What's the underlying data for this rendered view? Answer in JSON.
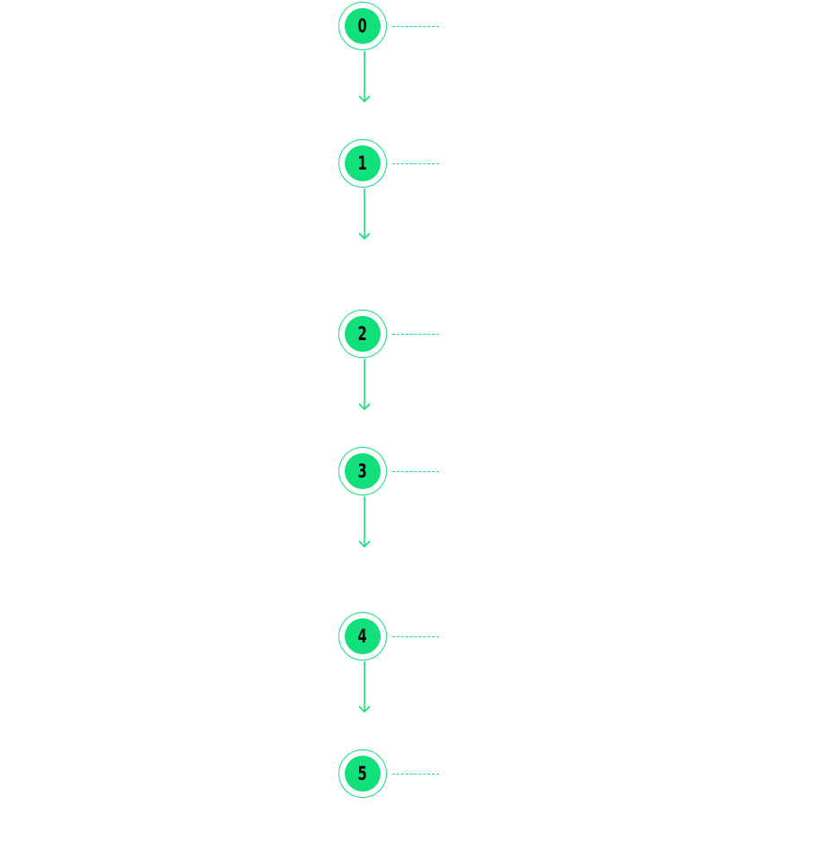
{
  "colors": {
    "accent": "#12e07c",
    "text": "#0a0a0a",
    "background": "#ffffff"
  },
  "steps": [
    {
      "number": "0"
    },
    {
      "number": "1"
    },
    {
      "number": "2"
    },
    {
      "number": "3"
    },
    {
      "number": "4"
    },
    {
      "number": "5"
    }
  ],
  "connector_icon": "arrow-down-icon"
}
